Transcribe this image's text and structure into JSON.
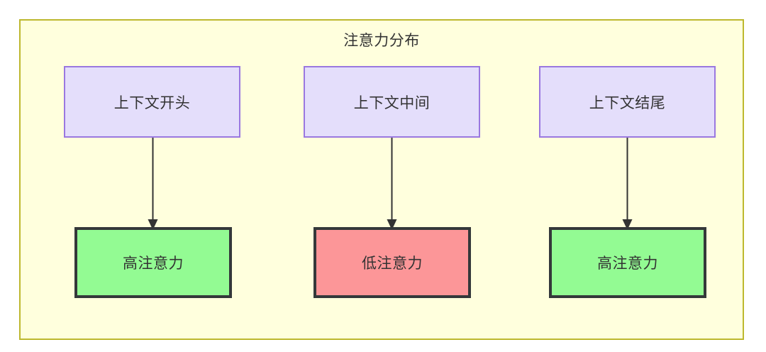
{
  "diagram": {
    "title": "注意力分布",
    "type": "flowchart",
    "background_color": "#ffffff",
    "frame": {
      "fill": "#ffffdd",
      "border_color": "#bdb82e"
    },
    "palette": {
      "context_fill": "#e4defb",
      "context_border": "#9a78e0",
      "high_attention_fill": "#93fb93",
      "low_attention_fill": "#fc9698",
      "attention_border": "#34383a",
      "text": "#333333",
      "edge": "#333333"
    },
    "columns": [
      {
        "id": "col-start",
        "source": {
          "label": "上下文开头"
        },
        "target": {
          "label": "高注意力",
          "level": "high"
        }
      },
      {
        "id": "col-middle",
        "source": {
          "label": "上下文中间"
        },
        "target": {
          "label": "低注意力",
          "level": "low"
        }
      },
      {
        "id": "col-end",
        "source": {
          "label": "上下文结尾"
        },
        "target": {
          "label": "高注意力",
          "level": "high"
        }
      }
    ]
  }
}
